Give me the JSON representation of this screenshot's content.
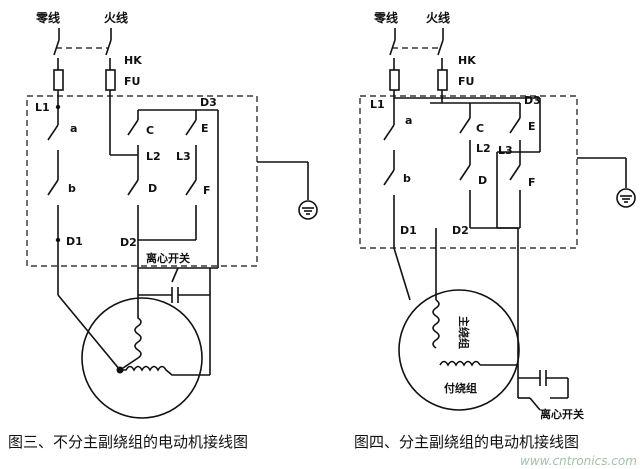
{
  "diagram_left": {
    "neutral_label": "零线",
    "live_label": "火线",
    "hk_label": "HK",
    "fu_label": "FU",
    "l1_label": "L1",
    "a_label": "a",
    "b_label": "b",
    "d1_label": "D1",
    "c_label": "C",
    "l2_label": "L2",
    "d_label": "D",
    "d2_label": "D2",
    "d3_label": "D3",
    "e_label": "E",
    "l3_label": "L3",
    "f_label": "F",
    "cs_label": "离心开关",
    "caption": "图三、不分主副绕组的电动机接线图"
  },
  "diagram_right": {
    "neutral_label": "零线",
    "live_label": "火线",
    "hk_label": "HK",
    "fu_label": "FU",
    "l1_label": "L1",
    "a_label": "a",
    "b_label": "b",
    "d1_label": "D1",
    "c_label": "C",
    "l2_label": "L2",
    "d_label": "D",
    "d2_label": "D2",
    "d3_label": "D3",
    "e_label": "E",
    "l3_label": "L3",
    "f_label": "F",
    "main_winding_label": "主绕组",
    "aux_winding_label": "付绕组",
    "cs_label": "离心开关",
    "caption": "图四、分主副绕组的电动机接线图"
  },
  "watermark": "www.cntronics.com"
}
